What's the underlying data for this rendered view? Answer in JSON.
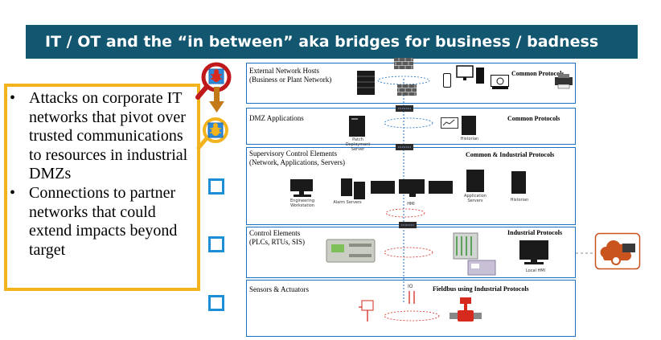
{
  "title": "IT / OT and the “in between” aka bridges for business / badness",
  "bullets": [
    "Attacks on corporate IT networks that pivot over trusted communications to resources in industrial DMZs",
    "Connections to partner networks that could extend impacts beyond target"
  ],
  "bullet_symbol": "•",
  "zones": [
    {
      "label_line1": "External Network Hosts",
      "label_line2": "(Business or Plant Network)",
      "protocols": "Common Protocols"
    },
    {
      "label_line1": "DMZ Applications",
      "protocols": "Common Protocols"
    },
    {
      "label_line1": "Supervisory Control Elements",
      "label_line2": "(Network, Applications, Servers)",
      "protocols": "Common & Industrial Protocols"
    },
    {
      "label_line1": "Control Elements",
      "label_line2": "(PLCs, RTUs, SIS)",
      "protocols": "Industrial Protocols"
    },
    {
      "label_line1": "Sensors & Actuators",
      "protocols": "Fieldbus using Industrial Protocols"
    }
  ],
  "captions": {
    "patch_server": "Patch Deployment Server",
    "historian_dmz": "Historian",
    "engineering": "Engineering Workstation",
    "alarm": "Alarm Servers",
    "hmi": "HMI",
    "app_servers": "Application Servers",
    "historian_sup": "Historian",
    "local_hmi": "Local HMI",
    "io": "IO"
  },
  "icons": [
    "firewall-icon",
    "server-icon",
    "phone-icon",
    "workstation-icon",
    "printer-icon",
    "network-switch-icon",
    "malware-bug-icon",
    "magnifier-icon",
    "cloud-gear-icon"
  ],
  "colors": {
    "title_bg": "#12566f",
    "highlight_border": "#f2b31c",
    "zone_border": "#1b6fc1",
    "magnifier": "#c0191b",
    "alert": "#c9541e"
  }
}
